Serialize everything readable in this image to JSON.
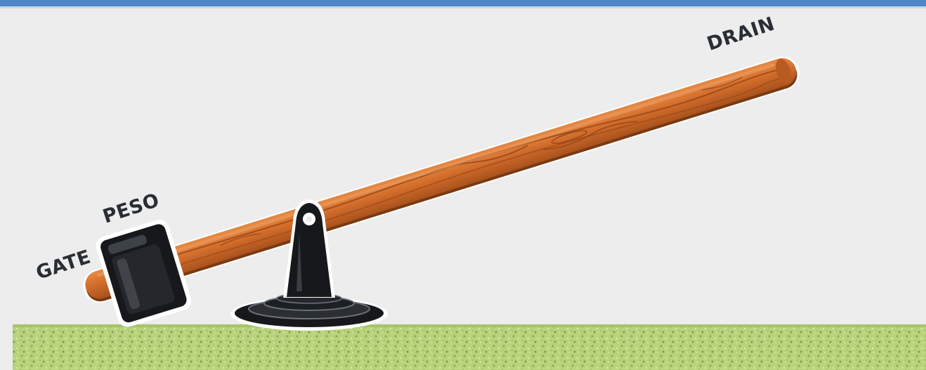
{
  "labels": {
    "drain": "DRAIN",
    "peso": "PESO",
    "gate": "GATE"
  },
  "colors": {
    "background": "#ecedec",
    "top_border": "#4f86c4",
    "wood": "#d26d2b",
    "wood_dark": "#8e4216",
    "wood_grain": "#a9521d",
    "metal": "#16181b",
    "metal_highlight": "#4a4f56",
    "grass": "#b9d27c",
    "grass_dark": "#7f9d4a",
    "label_text": "#2a2e34"
  },
  "icons": {
    "lever": "wooden-lever-bar-icon",
    "weight": "counterweight-block-icon",
    "pivot": "pivot-stand-icon",
    "ground": "grass-ground-icon"
  }
}
